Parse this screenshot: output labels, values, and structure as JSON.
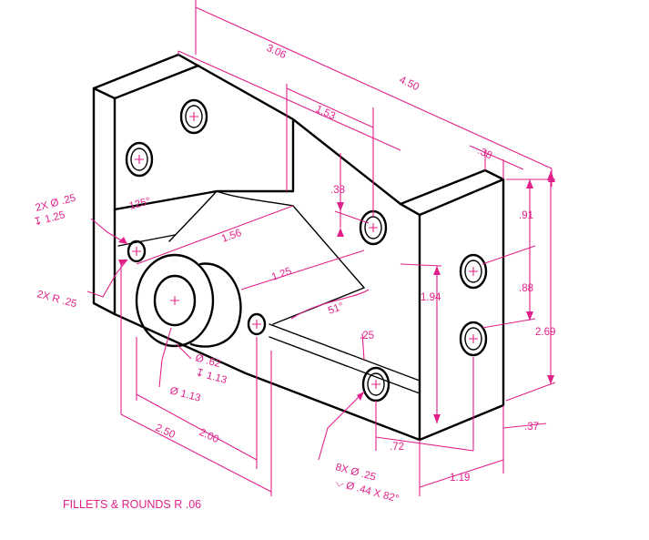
{
  "drawing": {
    "note": "FILLETS & ROUNDS R .06",
    "accent_color": "#e0218a",
    "line_color": "#000000",
    "dimensions": {
      "d_4_50": "4.50",
      "d_3_06": "3.06",
      "d_1_53": "1.53",
      "d_38_top": ".38",
      "d_38_mid": ".38",
      "d_91": ".91",
      "d_88": ".88",
      "d_2_69": "2.69",
      "d_1_94": "1.94",
      "d_1_56": "1.56",
      "d_1_25": "1.25",
      "d_125deg": "125°",
      "d_51deg": "51°",
      "d_25": ".25",
      "d_72": ".72",
      "d_1_19": "1.19",
      "d_37": ".37",
      "d_2_50": "2.50",
      "d_2_00": "2.00"
    },
    "callouts": {
      "hole2x_dia": "2X Ø .25",
      "hole2x_depth": "↧ 1.25",
      "radius2x": "2X R .25",
      "boss_dia": "Ø .62",
      "boss_depth": "↧ 1.13",
      "boss_outer": "Ø 1.13",
      "hole8x_dia": "8X Ø .25",
      "hole8x_csk": "⌵ Ø .44 X 82°"
    }
  }
}
